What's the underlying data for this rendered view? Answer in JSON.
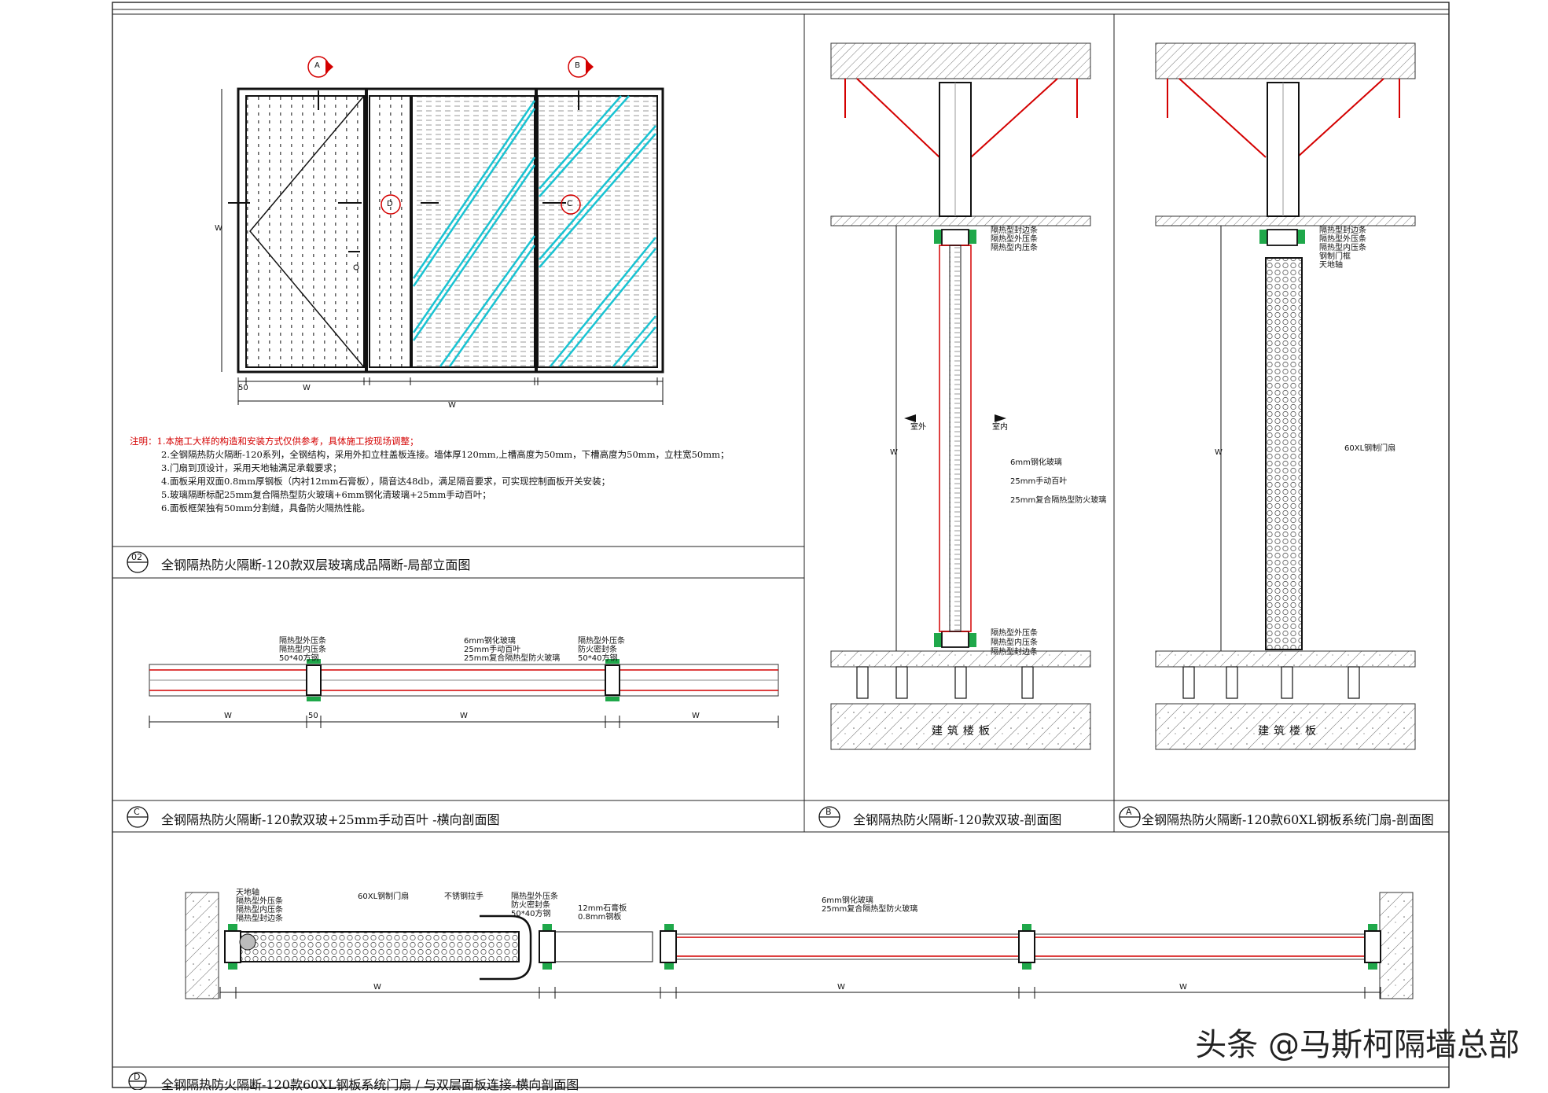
{
  "notes": {
    "label": "注明：",
    "items": [
      "1.本施工大样的构造和安装方式仅供参考，具体施工按现场调整；",
      "2.全钢隔热防火隔断-120系列，全钢结构，采用外扣立柱盖板连接。墙体厚120mm,上槽高度为50mm，下槽高度为50mm，立柱宽50mm；",
      "3.门扇到顶设计，采用天地轴满足承载要求；",
      "4.面板采用双面0.8mm厚钢板（内衬12mm石膏板），隔音达48db，满足隔音要求，可实现控制面板开关安装；",
      "5.玻璃隔断标配25mm复合隔热型防火玻璃+6mm钢化清玻璃+25mm手动百叶；",
      "6.面板框架独有50mm分割缝，具备防火隔热性能。"
    ]
  },
  "titles": {
    "elevation": {
      "num": "02",
      "text": "全钢隔热防火隔断-120款双层玻璃成品隔断-局部立面图"
    },
    "section_c": {
      "num": "C",
      "text": "全钢隔热防火隔断-120款双玻+25mm手动百叶 -横向剖面图"
    },
    "section_b": {
      "num": "B",
      "text": "全钢隔热防火隔断-120款双玻-剖面图"
    },
    "section_a": {
      "num": "A",
      "text": "全钢隔热防火隔断-120款60XL钢板系统门扇-剖面图"
    },
    "section_d": {
      "num": "D",
      "text": "全钢隔热防火隔断-120款60XL钢板系统门扇 / 与双层面板连接-横向剖面图"
    }
  },
  "markers": {
    "a": "A",
    "b": "B",
    "c": "C",
    "d": "D"
  },
  "dims": {
    "w": "W",
    "fifty": "50"
  },
  "labels": {
    "outside": "室外",
    "inside": "室内",
    "floor_b": "建筑楼板",
    "floor_a": "建筑楼板",
    "section_b_tags": [
      "隔热型封边条",
      "隔热型外压条",
      "隔热型内压条"
    ],
    "section_b_mid": [
      "6mm钢化玻璃",
      "25mm手动百叶",
      "25mm复合隔热型防火玻璃"
    ],
    "section_b_bottom": [
      "隔热型外压条",
      "隔热型内压条",
      "隔热型封边条"
    ],
    "section_a_tags": [
      "隔热型封边条",
      "隔热型外压条",
      "隔热型内压条",
      "钢制门框",
      "天地轴"
    ],
    "section_a_mid": "60XL钢制门扇",
    "section_c_tags1": [
      "隔热型外压条",
      "隔热型内压条",
      "50*40方钢"
    ],
    "section_c_tags2": [
      "隔热型外压条",
      "防火密封条",
      "50*40方钢"
    ],
    "section_c_tags3": [
      "6mm钢化玻璃",
      "25mm手动百叶",
      "25mm复合隔热型防火玻璃"
    ],
    "section_d_tags1": [
      "天地轴",
      "隔热型外压条",
      "隔热型内压条",
      "隔热型封边条"
    ],
    "section_d_door": "60XL钢制门扇",
    "section_d_handle": "不锈钢拉手",
    "section_d_tags2": [
      "隔热型外压条",
      "防火密封条",
      "50*40方钢"
    ],
    "section_d_tags3": [
      "12mm石膏板",
      "0.8mm钢板"
    ],
    "section_d_tags4": [
      "6mm钢化玻璃",
      "25mm复合隔热型防火玻璃"
    ]
  },
  "watermark": "头条 @马斯柯隔墙总部",
  "colors": {
    "red": "#d40000",
    "cyan": "#19c3d2",
    "green": "#1fa84a",
    "line": "#1a1a1a"
  }
}
